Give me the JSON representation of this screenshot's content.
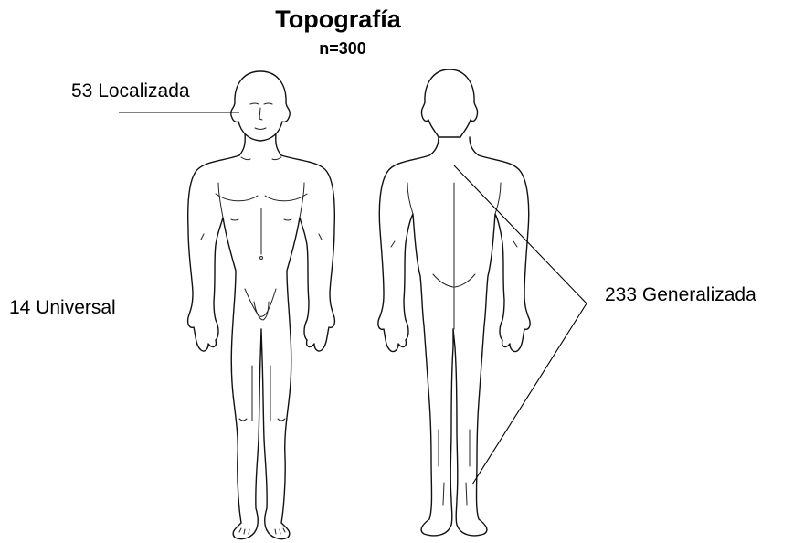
{
  "figure": {
    "title": "Topografía",
    "subtitle": "n=300"
  },
  "labels": {
    "localized": "53 Localizada",
    "universal": "14  Universal",
    "generalized": "233 Generalizada"
  },
  "figures": {
    "front": "front-body-figure",
    "back": "back-body-figure"
  }
}
